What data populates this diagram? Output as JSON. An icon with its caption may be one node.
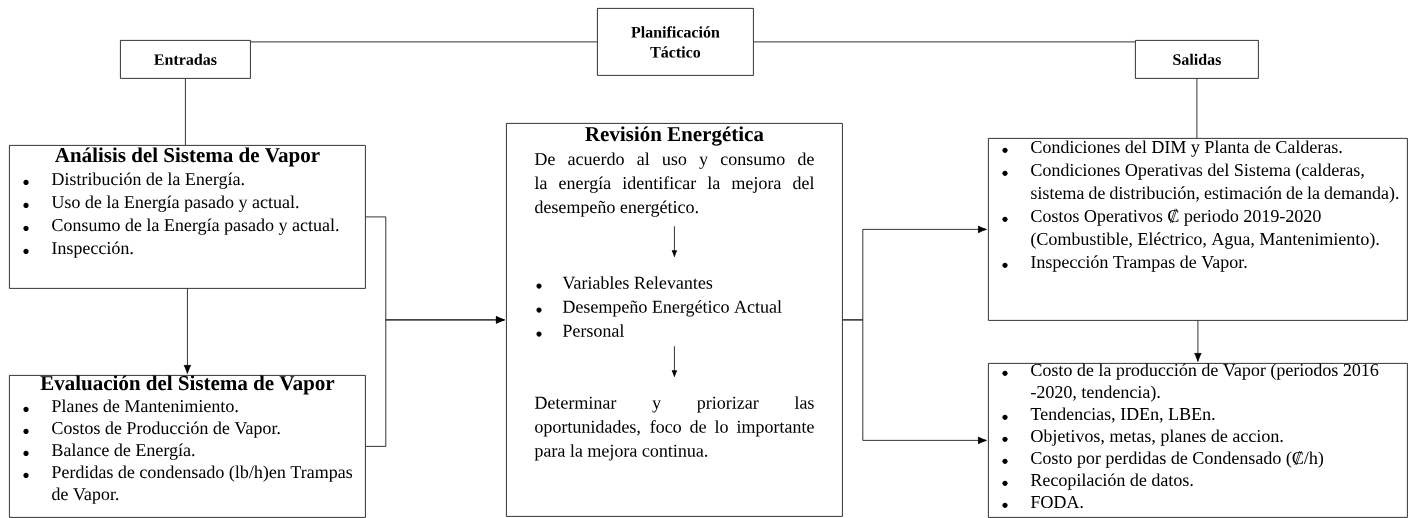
{
  "diagram": {
    "nodes": [
      {
        "text": [
          "Entradas"
        ]
      },
      {
        "text": [
          "Planificación Táctico"
        ]
      },
      {
        "text": [
          "Salidas"
        ]
      },
      {
        "text": [
          "Análisis del Sistema de Vapor",
          "Distribución de la Energía.",
          "Uso de la Energía pasado y actual.",
          "Consumo de la Energía pasado y actual.",
          "Inspección."
        ]
      },
      {
        "text": [
          "Evaluación del Sistema de Vapor",
          "Planes de Mantenimiento.",
          "Costos de Producción de Vapor.",
          "Balance de Energía.",
          "Perdidas de condensado (lb/h)en Trampas de Vapor."
        ]
      },
      {
        "text": [
          "Revisión Energética",
          "De acuerdo al uso y consumo de la energía identificar la mejora del desempeño energético.",
          "Variables Relevantes",
          "Desempeño Energético Actual",
          "Personal",
          "Determinar y priorizar las oportunidades, foco de lo importante para la mejora continua."
        ]
      },
      {
        "text": [
          "Condiciones del DIM y Planta de Calderas.",
          "Condiciones Operativas del Sistema (calderas, sistema de distribución, estimación de la demanda).",
          "Costos Operativos ₡ periodo 2019-2020 (Combustible, Eléctrico, Agua, Mantenimiento).",
          "Inspección Trampas de Vapor."
        ]
      },
      {
        "text": [
          "Costo de la producción de Vapor (periodos 2016 -2020, tendencia).",
          "Tendencias, IDEn, LBEn.",
          "Objetivos, metas, planes de accion.",
          "Costo por perdidas de Condensado (₡/h)",
          "Recopilación de datos.",
          "FODA."
        ]
      }
    ],
    "edges": [
      {
        "from": 0,
        "to": 1,
        "arrow": "none"
      },
      {
        "from": 1,
        "to": 2,
        "arrow": "none"
      },
      {
        "from": 0,
        "to": 3,
        "arrow": "none"
      },
      {
        "from": 3,
        "to": 4,
        "arrow": "to"
      },
      {
        "from": 3,
        "to": 5,
        "arrow": "to"
      },
      {
        "from": 4,
        "to": 5,
        "arrow": "to"
      },
      {
        "from": 2,
        "to": 6,
        "arrow": "none"
      },
      {
        "from": 6,
        "to": 7,
        "arrow": "to"
      },
      {
        "from": 5,
        "to": 6,
        "arrow": "to"
      },
      {
        "from": 5,
        "to": 7,
        "arrow": "to"
      }
    ]
  }
}
